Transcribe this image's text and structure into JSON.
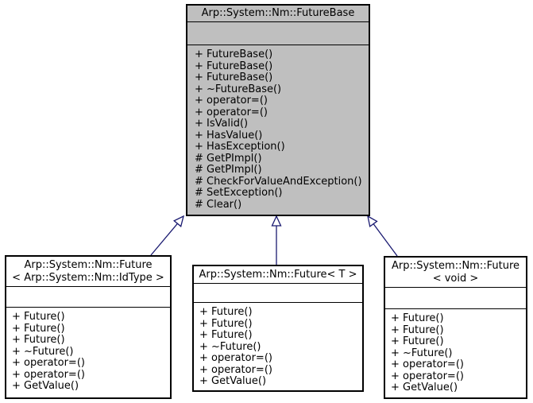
{
  "diagram": {
    "type": "uml-class-inheritance",
    "colors": {
      "arrow-color": "#191970",
      "node-fill": "#ffffff",
      "node-fill-highlight": "#bfbfbf",
      "border-color": "#000000",
      "bg": "#ffffff"
    }
  },
  "classes": [
    {
      "name": "Arp::System::Nm::FutureBase",
      "title_lines": [
        "Arp::System::Nm::FutureBase"
      ],
      "highlighted": true,
      "members": [
        "+ FutureBase()",
        "+ FutureBase()",
        "+ FutureBase()",
        "+ ~FutureBase()",
        "+ operator=()",
        "+ operator=()",
        "+ IsValid()",
        "+ HasValue()",
        "+ HasException()",
        "# GetPImpl()",
        "# GetPImpl()",
        "# CheckForValueAndException()",
        "# SetException()",
        "# Clear()"
      ]
    },
    {
      "name": "Arp::System::Nm::Future< Arp::System::Nm::IdType >",
      "title_lines": [
        "Arp::System::Nm::Future",
        "< Arp::System::Nm::IdType >"
      ],
      "highlighted": false,
      "members": [
        "+ Future()",
        "+ Future()",
        "+ Future()",
        "+ ~Future()",
        "+ operator=()",
        "+ operator=()",
        "+ GetValue()"
      ]
    },
    {
      "name": "Arp::System::Nm::Future< T >",
      "title_lines": [
        "Arp::System::Nm::Future< T >"
      ],
      "highlighted": false,
      "members": [
        "+ Future()",
        "+ Future()",
        "+ Future()",
        "+ ~Future()",
        "+ operator=()",
        "+ operator=()",
        "+ GetValue()"
      ]
    },
    {
      "name": "Arp::System::Nm::Future< void >",
      "title_lines": [
        "Arp::System::Nm::Future",
        "< void >"
      ],
      "highlighted": false,
      "members": [
        "+ Future()",
        "+ Future()",
        "+ Future()",
        "+ ~Future()",
        "+ operator=()",
        "+ operator=()",
        "+ GetValue()"
      ]
    }
  ],
  "edges": [
    {
      "from": "Arp::System::Nm::Future< Arp::System::Nm::IdType >",
      "to": "Arp::System::Nm::FutureBase",
      "type": "inheritance"
    },
    {
      "from": "Arp::System::Nm::Future< T >",
      "to": "Arp::System::Nm::FutureBase",
      "type": "inheritance"
    },
    {
      "from": "Arp::System::Nm::Future< void >",
      "to": "Arp::System::Nm::FutureBase",
      "type": "inheritance"
    }
  ]
}
